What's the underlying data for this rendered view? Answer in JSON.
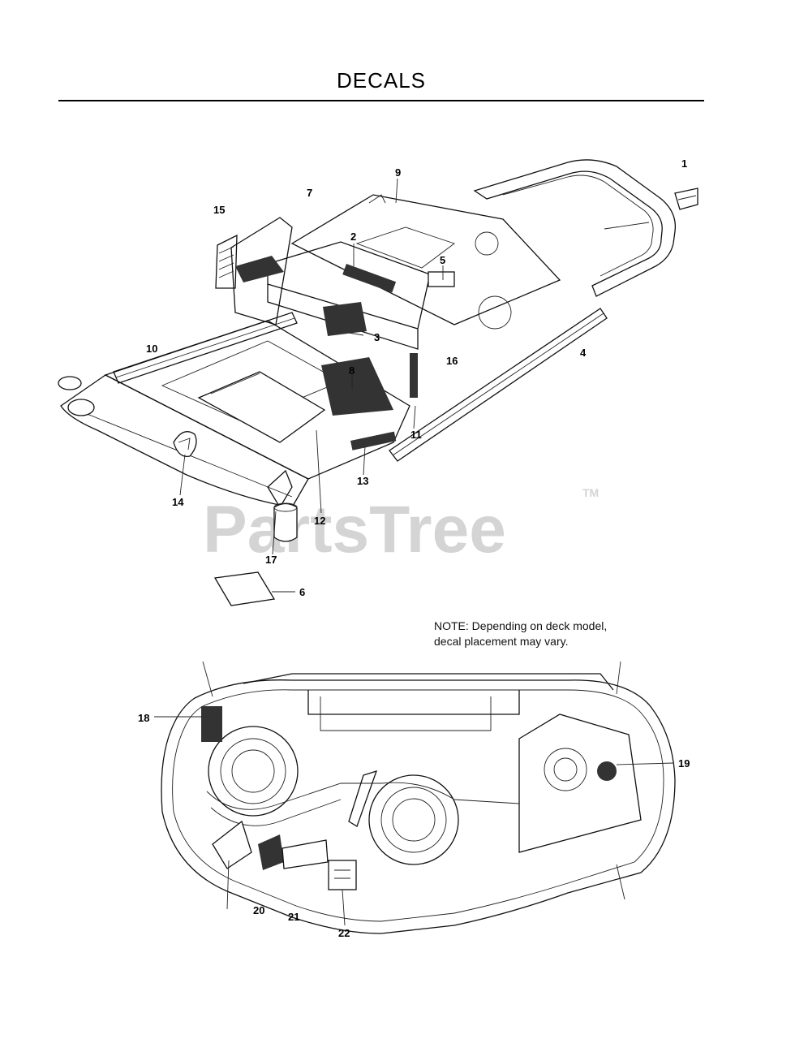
{
  "title": "DECALS",
  "watermark": {
    "text": "PartsTree",
    "tm": "TM"
  },
  "note": {
    "line1": "NOTE: Depending on deck model,",
    "line2": "decal placement may vary."
  },
  "callouts": {
    "c1": "1",
    "c2": "2",
    "c3": "3",
    "c4": "4",
    "c5": "5",
    "c6": "6",
    "c7": "7",
    "c8": "8",
    "c9": "9",
    "c10": "10",
    "c11": "11",
    "c12": "12",
    "c13": "13",
    "c14": "14",
    "c15": "15",
    "c16": "16",
    "c17": "17",
    "c18": "18",
    "c19": "19",
    "c20": "20",
    "c21": "21",
    "c22": "22"
  }
}
